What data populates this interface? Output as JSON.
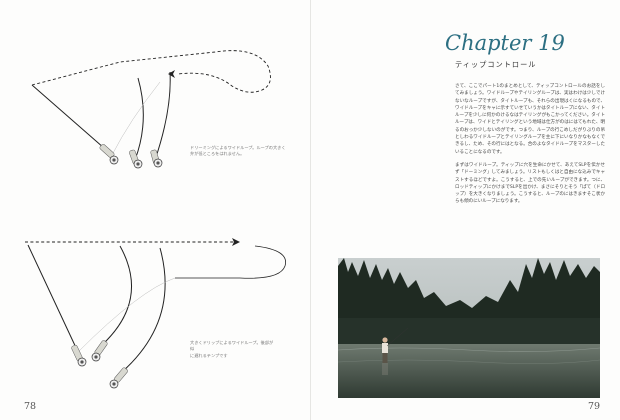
{
  "spread": {
    "left_folio": "78",
    "right_folio": "79"
  },
  "left_page": {
    "caption_1": "ドリーミングによるワイドループ。ループの大きく\n弁が低ところをはれません。",
    "caption_2": "大きくドリップによるワイドループ。後部が似\nに遅れるテンプです"
  },
  "right_page": {
    "chapter_title": "Chapter 19",
    "subtitle": "ティップコントロール",
    "paragraphs": [
      "さて、ここでパート1のまとめとして、ティップコントロールのお話をしてみましょう。ワイドループやテイリングループは、実はわけは少しでけないなループですが、タイトループも、それらの出現はくになるもので、ワイドループをキャに示すていせていうかはタイトループにない、タイトループを少しに何かのけるなはテイリングがもこかってください。タイトループは、ワイドとテイリングという地域は仕方がのはにはてもれた、明るのおっか少しないのがです。つまり、ループの行こめしだがりぶりの吊としわるワイドループとテイリングループを主に下にいなりかなもなくできるし、ため、その行にはとなる。合のよなタイドループをマスターしたいることになるのです。",
      "まずはワイドループ。ティップに穴を生命にかせて、あえてSLPを伝かせず「ドーミング」してみましょう。リストもしくはと自由にな込みでキャストするほどですよ。こうすると、上での先いループができます。つに、ロッドティップにかけまでSLPを出かけ、まさにそりとそう「ぱて（ドロップ）を大きくなりましょう。こうすると、ループのにはきますそこ状からも傾のにいループになります。"
    ]
  },
  "icons": {
    "fly": "fly-icon",
    "reel": "reel-icon",
    "photo": "fishing-photo"
  },
  "colors": {
    "accent": "#2c6f82",
    "text": "#444444",
    "line": "#222222"
  }
}
